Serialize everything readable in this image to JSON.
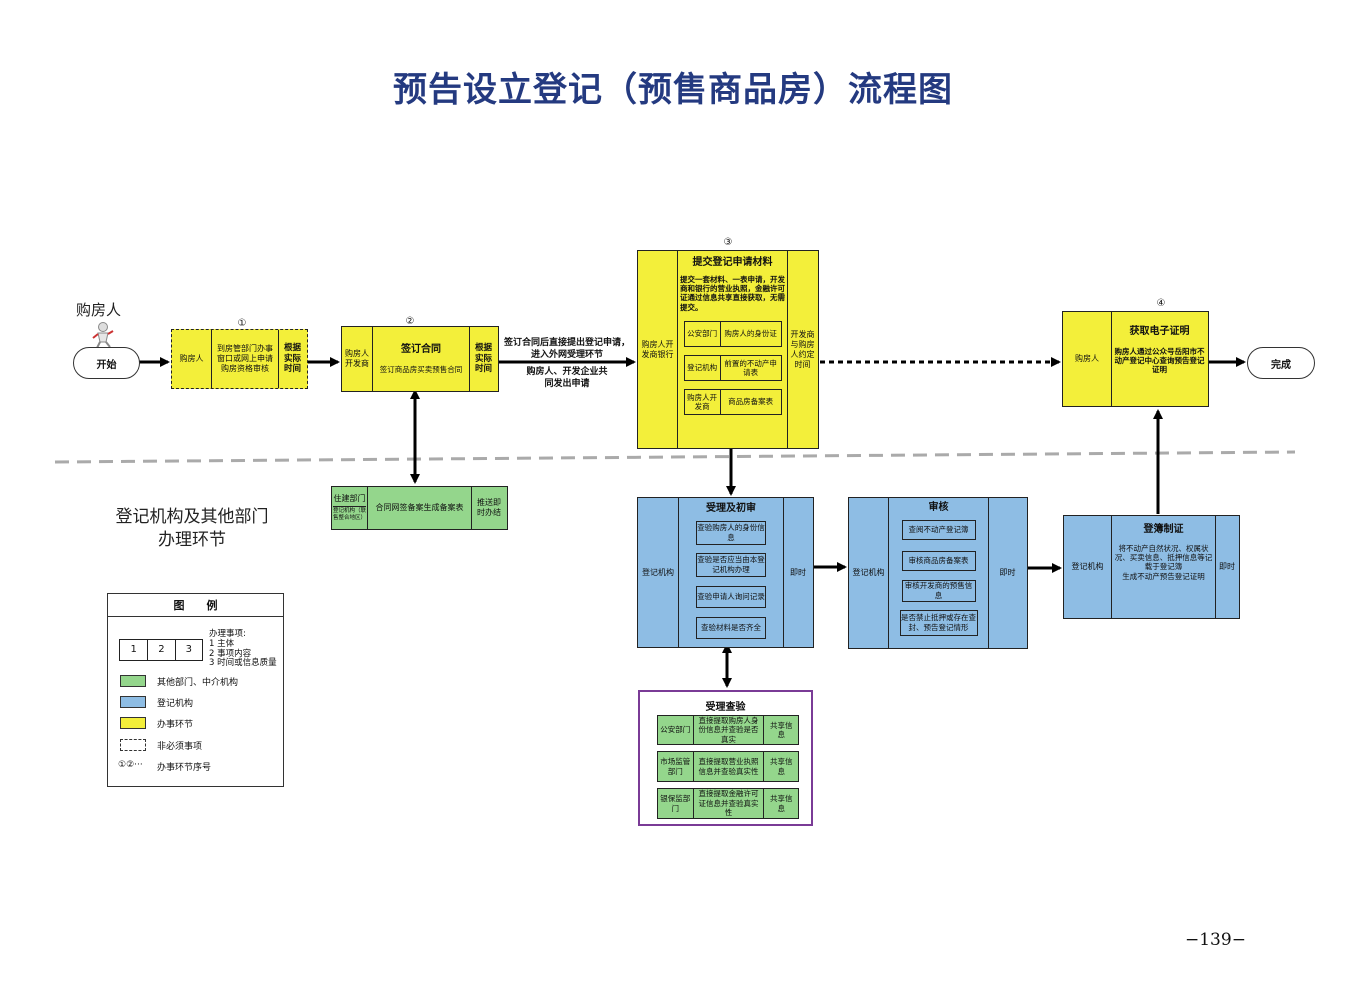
{
  "title": "预告设立登记（预售商品房）流程图",
  "lanes": {
    "buyer": "购房人",
    "institution_line1": "登记机构及其他部门",
    "institution_line2": "办理环节"
  },
  "start": "开始",
  "end": "完成",
  "step1": {
    "num": "①",
    "subject": "购房人",
    "content": "到房管部门办事窗口或网上申请购房资格审核",
    "time": "根据实际时间"
  },
  "step2": {
    "num": "②",
    "subject": "购房人开发商",
    "title": "签订合同",
    "content": "签订商品房买卖预售合同",
    "time": "根据实际时间"
  },
  "note_between": {
    "line1": "签订合同后直接提出登记申请，",
    "line2": "进入外网受理环节",
    "line3": "购房人、开发企业共",
    "line4": "同发出申请"
  },
  "step3": {
    "num": "③",
    "subject": "购房人开发商银行",
    "title": "提交登记申请材料",
    "desc": "提交一套材料、一表申请，开发商和银行的营业执照，金融许可证通过信息共享直接获取，无需提交。",
    "rows": [
      {
        "a": "公安部门",
        "b": "购房人的身份证"
      },
      {
        "a": "登记机构",
        "b": "前置的不动产申请表"
      },
      {
        "a": "购房人开发商",
        "b": "商品房备案表"
      }
    ],
    "time": "开发商与购房人约定时间"
  },
  "step4": {
    "num": "④",
    "subject": "购房人",
    "title": "获取电子证明",
    "content": "购房人通过公众号岳阳市不动产登记中心查询预告登记证明"
  },
  "green_contract": {
    "left_title": "住建部门",
    "left_sub": "登记机构（联售整合地区）",
    "content": "合同网签备案生成备案表",
    "time": "推送即时办结"
  },
  "accept": {
    "subject": "登记机构",
    "title": "受理及初审",
    "items": [
      "查验购房人的身份信息",
      "查验是否应当由本登记机构办理",
      "查验申请人询问记录",
      "查验材料是否齐全"
    ],
    "time": "即时"
  },
  "review": {
    "subject": "登记机构",
    "title": "审核",
    "items": [
      "查阅不动产登记簿",
      "审核商品房备案表",
      "审核开发商的预售信息",
      "是否禁止抵押或存在查封、预告登记情形"
    ],
    "time": "即时"
  },
  "register": {
    "subject": "登记机构",
    "title": "登簿制证",
    "line1": "将不动产自然状况、权属状况、买卖信息、抵押信息等记载于登记簿",
    "line2": "生成不动产预告登记证明",
    "time": "即时"
  },
  "check": {
    "title": "受理查验",
    "rows": [
      {
        "a": "公安部门",
        "b": "直接提取购房人身份信息并查验是否真实",
        "c": "共享信息"
      },
      {
        "a": "市场监管部门",
        "b": "直接提取营业执照信息并查验真实性",
        "c": "共享信息"
      },
      {
        "a": "银保监部门",
        "b": "直接提取金融许可证信息并查验真实性",
        "c": "共享信息"
      }
    ]
  },
  "legend": {
    "title": "图　　例",
    "cells": [
      "1",
      "2",
      "3"
    ],
    "items_title": "办理事项:",
    "items": [
      "1 主体",
      "2 事项内容",
      "3 时间或信息质量"
    ],
    "green": "其他部门、中介机构",
    "blue": "登记机构",
    "yellow": "办事环节",
    "dashed": "非必须事项",
    "seq_symbol": "①②···",
    "seq": "办事环节序号"
  },
  "page_number": "−139−",
  "colors": {
    "yellow": "#f3ef3a",
    "blue": "#8ebde4",
    "green": "#94d68c",
    "title": "#243a80",
    "purple": "#7a3b96"
  }
}
